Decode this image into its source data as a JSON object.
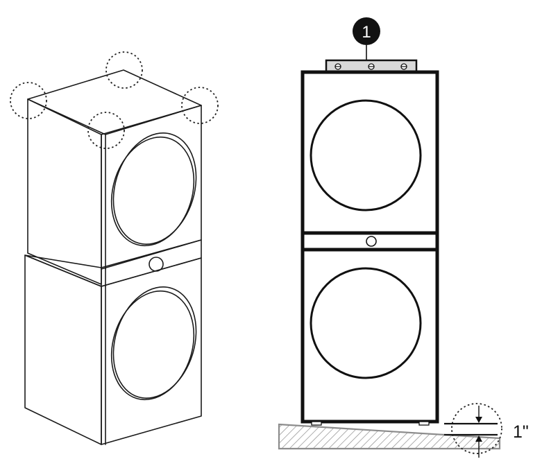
{
  "figure": {
    "callout_number": "1",
    "measurement_label": "1\"",
    "colors": {
      "line": "#111111",
      "callout_fill": "#111111",
      "callout_text": "#ffffff",
      "bracket_fill": "#d9d9d9",
      "floor_hatch": "#8c8c8c"
    },
    "left_view": {
      "leveling_points": 4,
      "appliances": [
        "upper-unit",
        "lower-unit"
      ]
    },
    "right_view": {
      "appliances": [
        "upper-unit",
        "lower-unit"
      ],
      "bracket_screws": 3
    }
  }
}
